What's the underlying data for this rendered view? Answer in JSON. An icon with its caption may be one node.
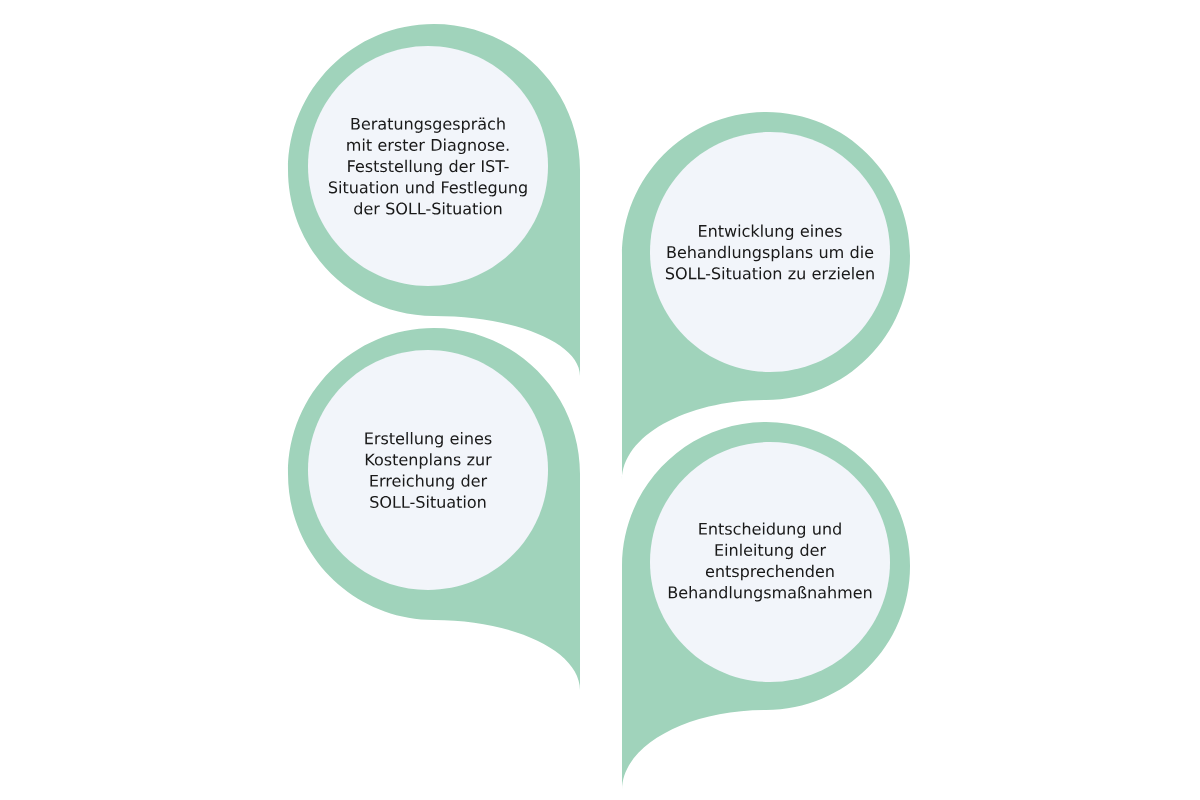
{
  "diagram": {
    "nodes": [
      {
        "text": [
          "Beratungsgespräch mit erster Diagnose. Feststellung der IST-Situation und Festlegung der SOLL-Situation"
        ]
      },
      {
        "text": [
          "Entwicklung eines Behandlungsplans um die SOLL-Situation zu erzielen"
        ]
      },
      {
        "text": [
          "Erstellung eines Kostenplans zur Erreichung der SOLL-Situation"
        ]
      },
      {
        "text": [
          "Entscheidung und Einleitung der entsprechenden Behandlungsmaßnahmen"
        ]
      }
    ]
  }
}
